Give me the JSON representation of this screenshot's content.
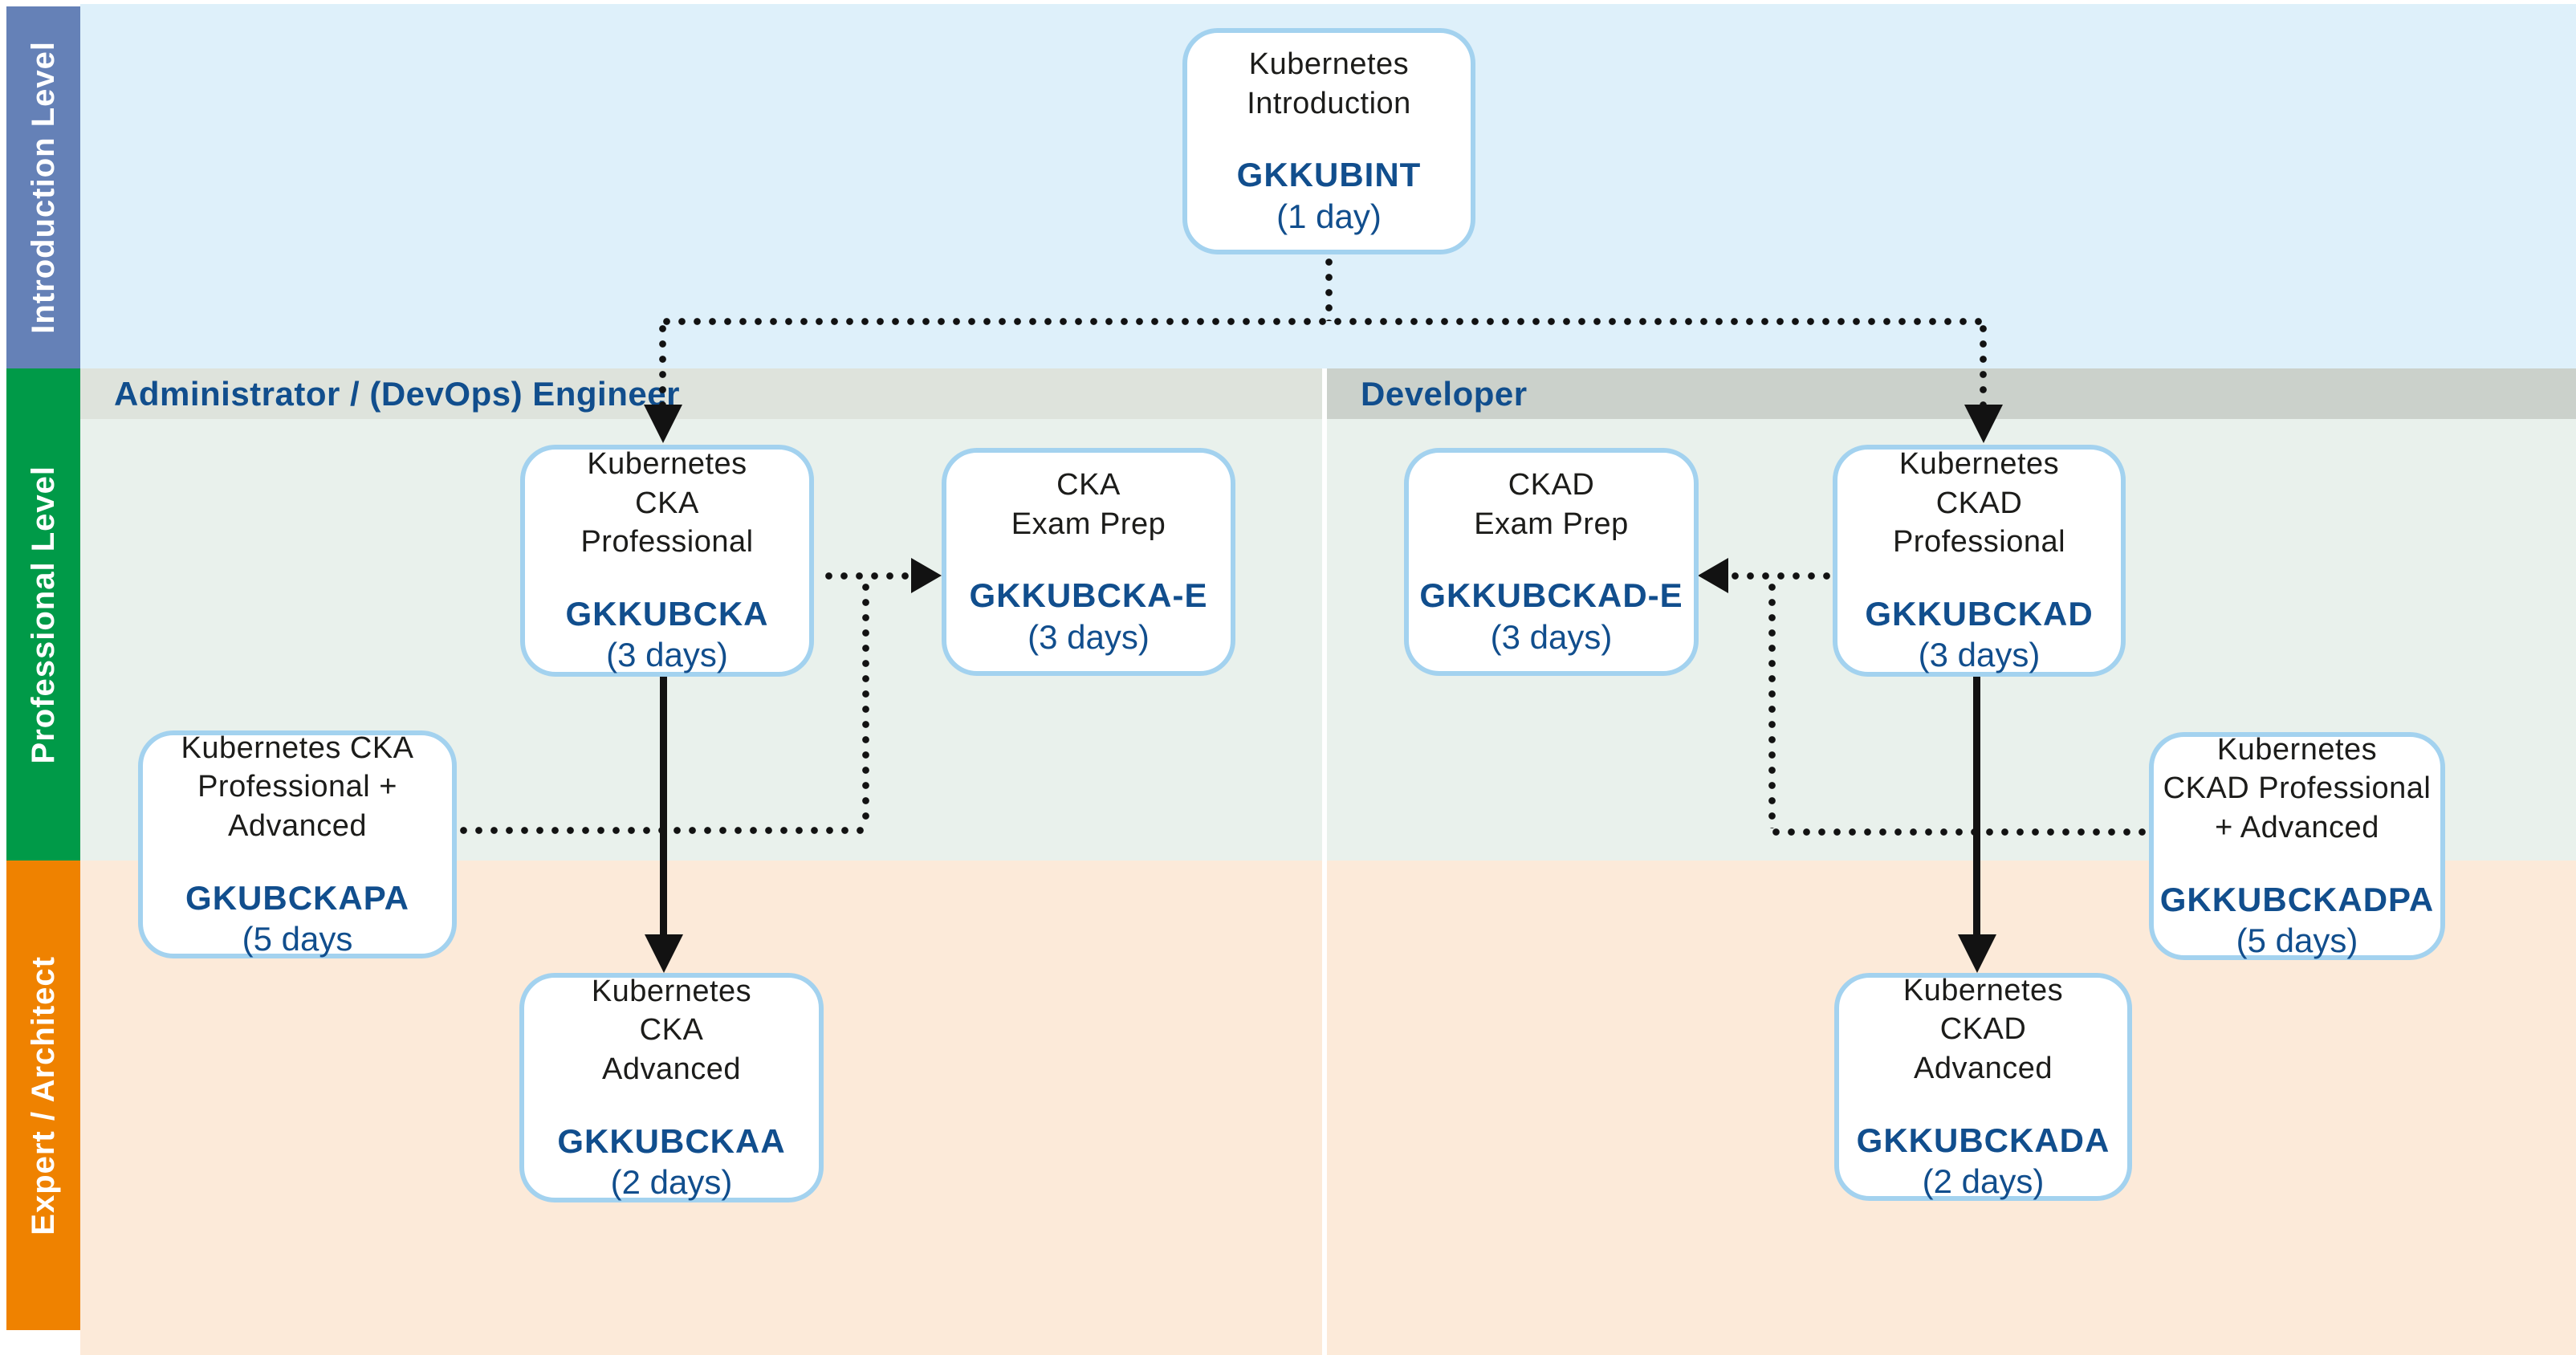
{
  "levels": {
    "introduction": {
      "label": "Introduction Level",
      "band_color": "#6581b7",
      "bg_color": "#def0fa"
    },
    "professional": {
      "label": "Professional Level",
      "band_color": "#009a48",
      "bg_color": "#e9f1ec"
    },
    "expert": {
      "label": "Expert / Architect",
      "band_color": "#ef8200",
      "bg_color": "#fcead9"
    }
  },
  "tracks": {
    "administrator": {
      "label": "Administrator / (DevOps) Engineer",
      "bar_color": "#dee3dc"
    },
    "developer": {
      "label": "Developer",
      "bar_color": "#cbd1cb"
    }
  },
  "courses": {
    "intro": {
      "lines": [
        "Kubernetes",
        "Introduction"
      ],
      "code": "GKKUBINT",
      "duration": "(1 day)"
    },
    "cka_prof": {
      "lines": [
        "Kubernetes",
        "CKA",
        "Professional"
      ],
      "code": "GKKUBCKA",
      "duration": "(3 days)"
    },
    "cka_exam": {
      "lines": [
        "CKA",
        "Exam Prep"
      ],
      "code": "GKKUBCKA-E",
      "duration": "(3 days)"
    },
    "ckad_exam": {
      "lines": [
        "CKAD",
        "Exam Prep"
      ],
      "code": "GKKUBCKAD-E",
      "duration": "(3 days)"
    },
    "ckad_prof": {
      "lines": [
        "Kubernetes",
        "CKAD",
        "Professional"
      ],
      "code": "GKKUBCKAD",
      "duration": "(3 days)"
    },
    "cka_pa": {
      "lines": [
        "Kubernetes CKA",
        "Professional +",
        "Advanced"
      ],
      "code": "GKUBCKAPA",
      "duration": "(5 days"
    },
    "ckad_pa": {
      "lines": [
        "Kubernetes",
        "CKAD Professional",
        "+ Advanced"
      ],
      "code": "GKKUBCKADPA",
      "duration": "(5 days)"
    },
    "cka_adv": {
      "lines": [
        "Kubernetes",
        "CKA",
        "Advanced"
      ],
      "code": "GKKUBCKAA",
      "duration": "(2 days)"
    },
    "ckad_adv": {
      "lines": [
        "Kubernetes",
        "CKAD",
        "Advanced"
      ],
      "code": "GKKUBCKADA",
      "duration": "(2 days)"
    }
  },
  "colors": {
    "text_blue": "#114e8d",
    "text_black": "#1c1c1a",
    "box_border": "#a3d2ef",
    "connector": "#121212"
  }
}
